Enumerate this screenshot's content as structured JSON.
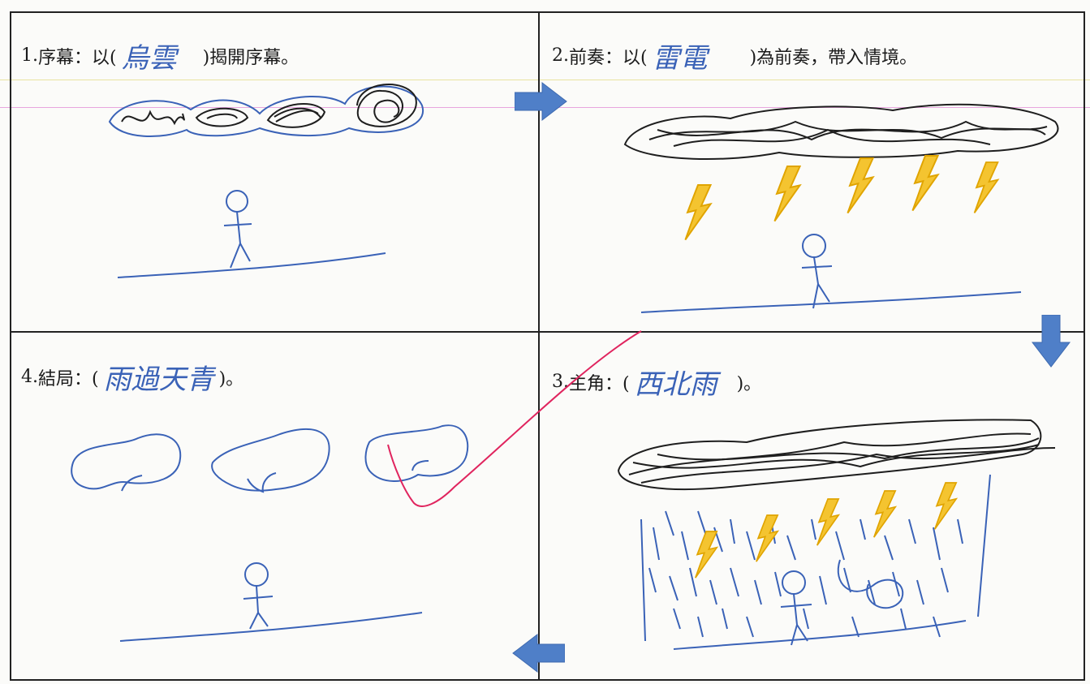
{
  "panels": [
    {
      "number": "1.",
      "prefix": "序幕：以(",
      "answer": "烏雲",
      "suffix": ")揭開序幕。"
    },
    {
      "number": "2.",
      "prefix": "前奏：以(",
      "answer": "雷電",
      "suffix": ")為前奏，帶入情境。"
    },
    {
      "number": "3.",
      "prefix": "主角：(",
      "answer": "西北雨",
      "suffix": ")。"
    },
    {
      "number": "4.",
      "prefix": "結局：(",
      "answer": "雨過天青",
      "suffix": ")。"
    }
  ],
  "colors": {
    "ink_blue": "#3a62b7",
    "pencil_black": "#1e1e1e",
    "lightning_yellow": "#f2b705",
    "arrow_blue": "#4f7fc8",
    "correction_red": "#e0245e"
  },
  "icons": [
    "arrow-right-icon",
    "arrow-down-icon",
    "arrow-left-icon"
  ]
}
